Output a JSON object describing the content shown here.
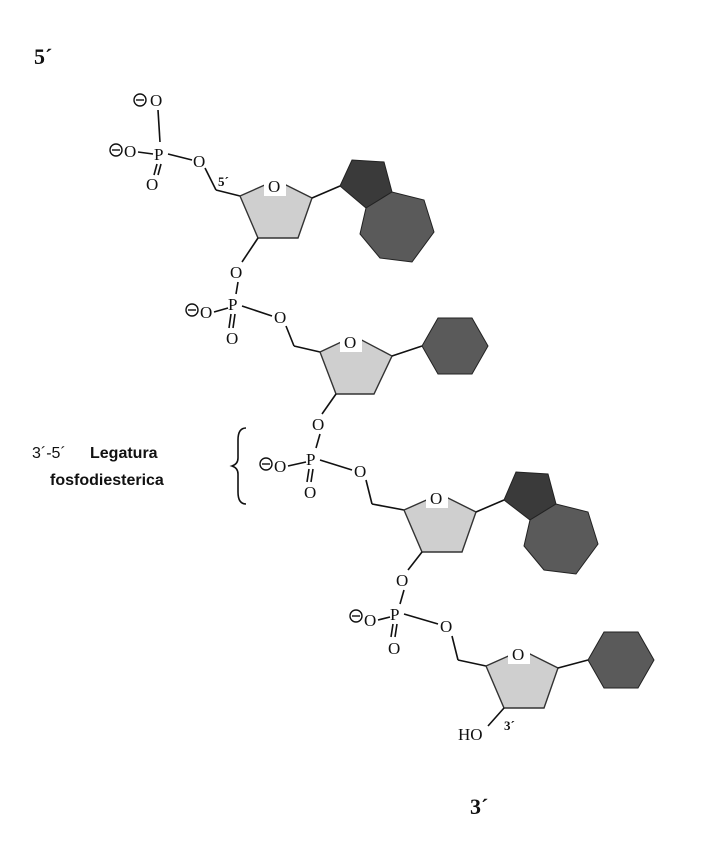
{
  "end_labels": {
    "five_prime": "5´",
    "three_prime": "3´"
  },
  "atoms": {
    "oxygen": "O",
    "phosphorus": "P",
    "hydroxyl": "HO",
    "minus": "−"
  },
  "positions": {
    "c5": "5´",
    "c3": "3´"
  },
  "bond_annotation": {
    "line1": "3´-5´",
    "line1_bold": "Legatura",
    "line2": "fosfodiesterica"
  },
  "colors": {
    "sugar_fill": "#cfcfcf",
    "base_fill": "#5a5a5a",
    "ink": "#111111"
  }
}
